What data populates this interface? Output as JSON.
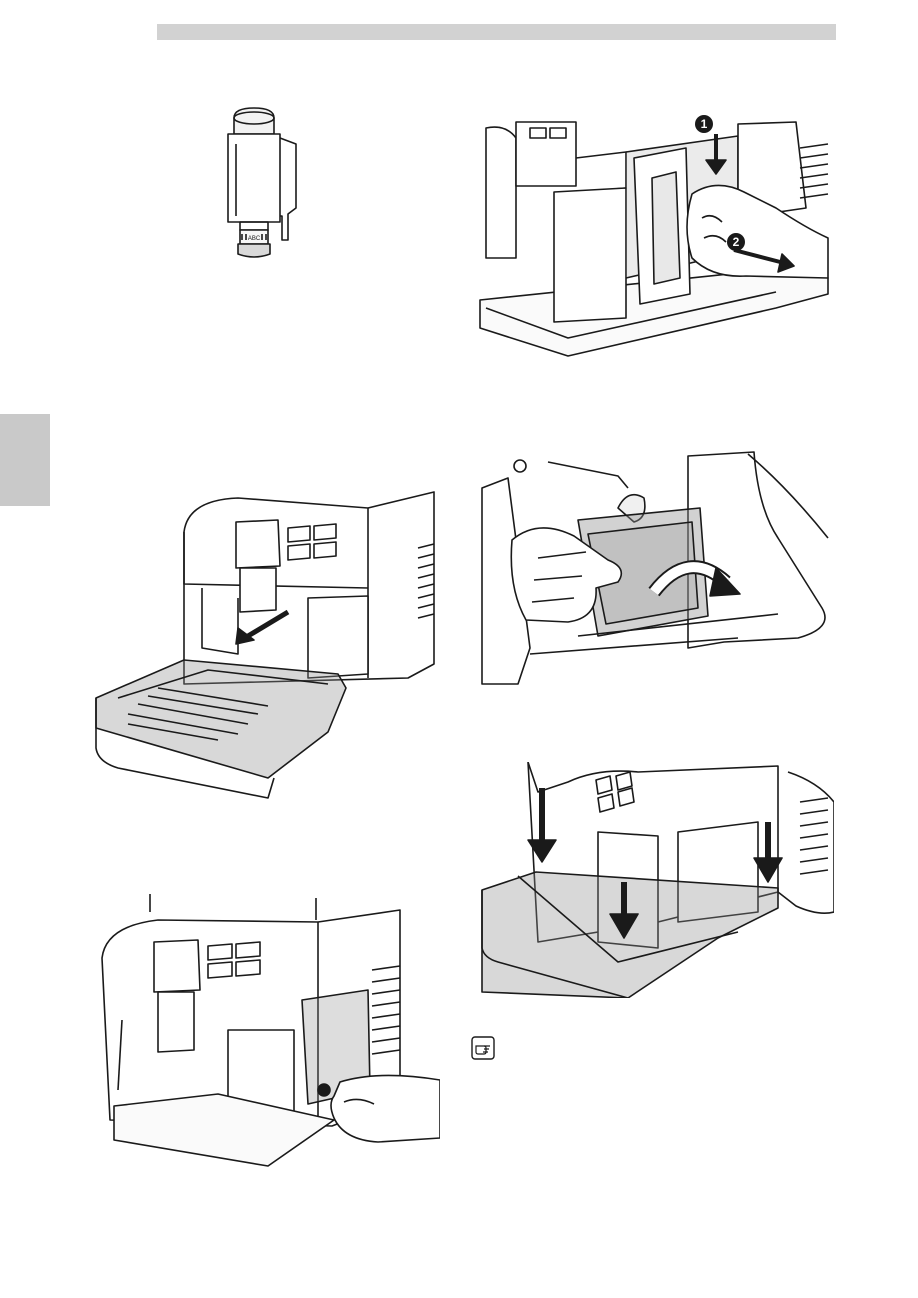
{
  "page": {
    "filter_label": "ABC",
    "step_numbers": [
      "1",
      "2"
    ],
    "note_icon": "pointing-hand-icon"
  },
  "colors": {
    "header_bar": "#d2d2d2",
    "side_tab": "#c9c9c9",
    "line": "#1a1a1a",
    "shade": "#8e8e8e"
  }
}
